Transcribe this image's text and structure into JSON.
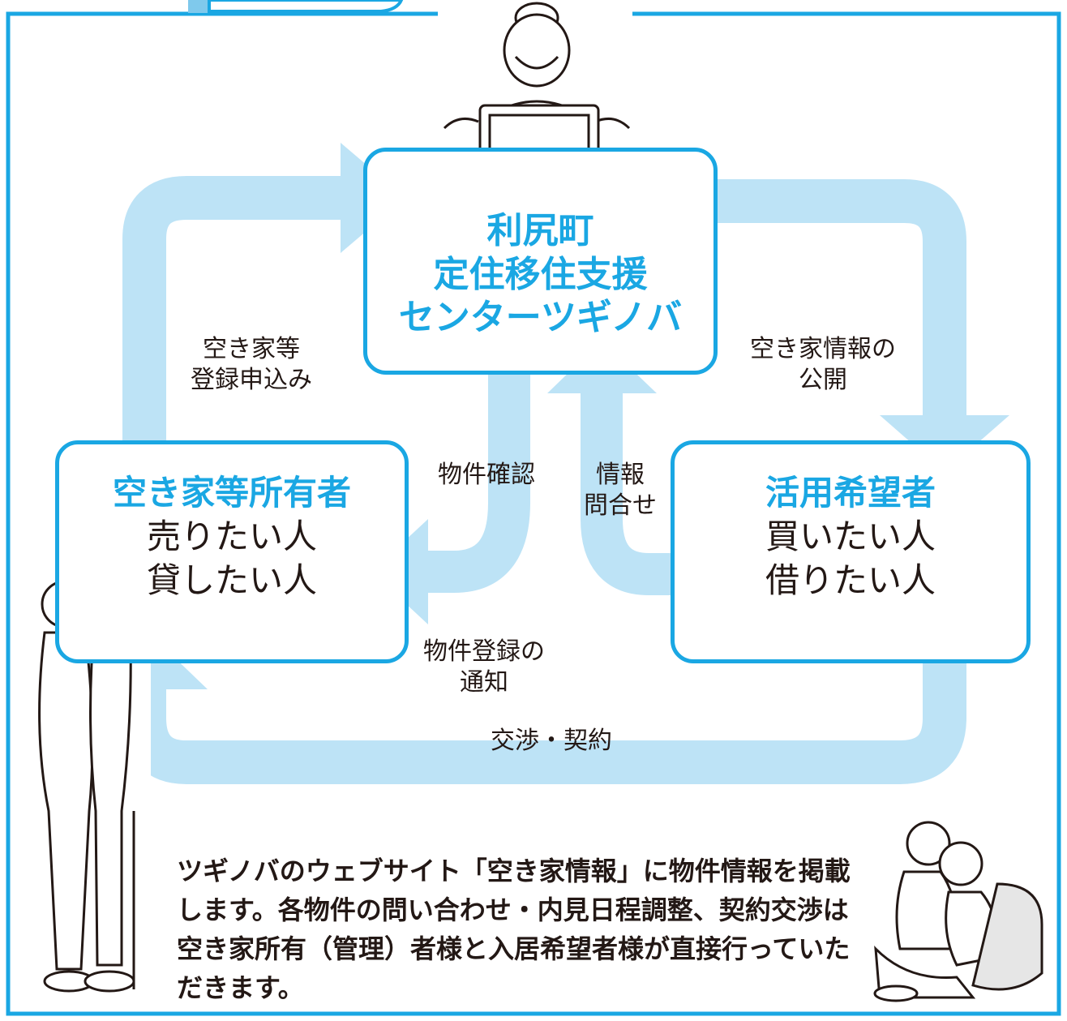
{
  "center": {
    "title_line1": "利尻町",
    "title_line2": "定住移住支援",
    "title_line3": "センターツギノバ"
  },
  "owner": {
    "title": "空き家等所有者",
    "line1": "売りたい人",
    "line2": "貸したい人"
  },
  "user": {
    "title": "活用希望者",
    "line1": "買いたい人",
    "line2": "借りたい人"
  },
  "flows": {
    "registration_line1": "空き家等",
    "registration_line2": "登録申込み",
    "publish_line1": "空き家情報の",
    "publish_line2": "公開",
    "confirm": "物件確認",
    "inquiry_line1": "情報",
    "inquiry_line2": "問合せ",
    "notice_line1": "物件登録の",
    "notice_line2": "通知",
    "negotiation": "交渉・契約"
  },
  "note": "ツギノバのウェブサイト「空き家情報」に物件情報を掲載します。各物件の問い合わせ・内見日程調整、契約交渉は空き家所有（管理）者様と入居希望者様が直接行っていただきます。",
  "colors": {
    "accent": "#1aa7e3",
    "arrow": "#bde3f6",
    "text": "#231815"
  },
  "icons": [
    "staff-with-laptop-illustration",
    "elderly-couple-illustration",
    "young-couple-illustration"
  ]
}
